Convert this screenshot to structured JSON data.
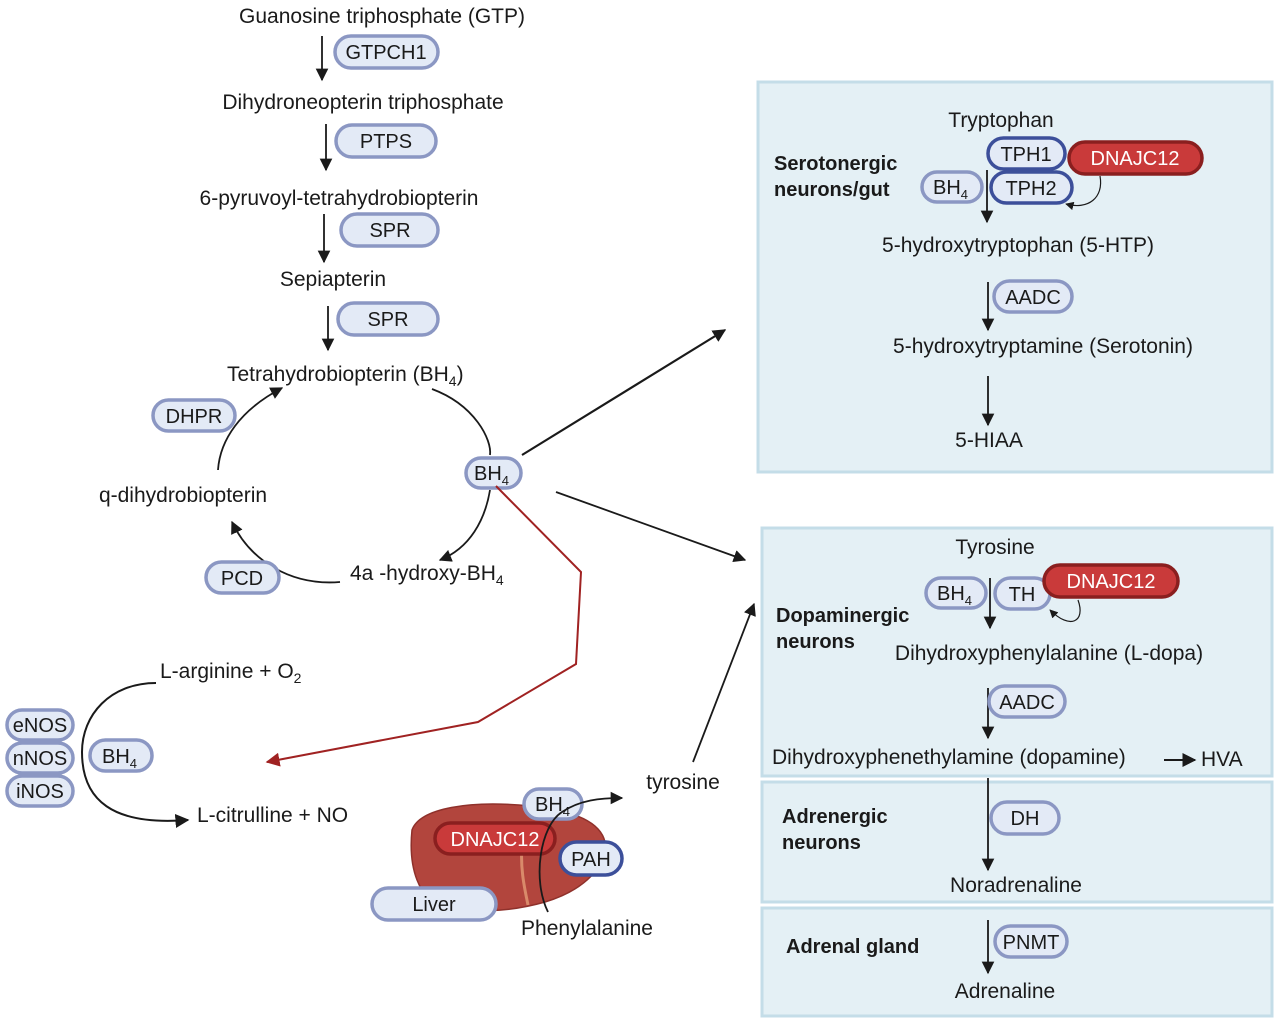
{
  "colors": {
    "pill_fill": "#e3eaf6",
    "pill_stroke": "#8b97c3",
    "pill_stroke_dark": "#3c4f9a",
    "red_fill": "#c93a3a",
    "red_stroke": "#8a1f1f",
    "panel_fill": "#e4f0f5",
    "panel_stroke": "#c4dde8",
    "liver": "#b2453d",
    "red_arrow": "#a02222"
  },
  "pathway": {
    "gtp": "Guanosine triphosphate (GTP)",
    "gtpch1": "GTPCH1",
    "dhnp": "Dihydroneopterin triphosphate",
    "ptps": "PTPS",
    "pyruvoyl": "6-pyruvoyl-tetrahydrobiopterin",
    "spr1": "SPR",
    "sepiapterin": "Sepiapterin",
    "spr2": "SPR",
    "bh4_main": "Tetrahydrobiopterin (BH",
    "bh4_main_sub": "4",
    "bh4_main_close": ")"
  },
  "cycle": {
    "dhpr": "DHPR",
    "qdihydro": "q-dihydrobiopterin",
    "pcd": "PCD",
    "hydroxy": "4a -hydroxy-BH",
    "hydroxy_sub": "4",
    "bh4_node": "BH",
    "bh4_node_sub": "4"
  },
  "nos": {
    "enos": "eNOS",
    "nnos": "nNOS",
    "inos": "iNOS",
    "bh4": "BH",
    "bh4_sub": "4",
    "arginine": "L-arginine + O",
    "arginine_sub": "2",
    "citrulline": "L-citrulline + NO"
  },
  "liver": {
    "bh4": "BH",
    "bh4_sub": "4",
    "dnajc12": "DNAJC12",
    "pah": "PAH",
    "label": "Liver",
    "phenylalanine": "Phenylalanine",
    "tyrosine": "tyrosine"
  },
  "serotonin_panel": {
    "title_line1": "Serotonergic",
    "title_line2": "neurons/gut",
    "tryptophan": "Tryptophan",
    "tph1": "TPH1",
    "tph2": "TPH2",
    "dnajc12": "DNAJC12",
    "bh4": "BH",
    "bh4_sub": "4",
    "htp": "5-hydroxytryptophan (5-HTP)",
    "aadc": "AADC",
    "serotonin": "5-hydroxytryptamine (Serotonin)",
    "hiaa": "5-HIAA"
  },
  "dopamine_panel": {
    "title_line1": "Dopaminergic",
    "title_line2": "neurons",
    "tyrosine": "Tyrosine",
    "bh4": "BH",
    "bh4_sub": "4",
    "th": "TH",
    "dnajc12": "DNAJC12",
    "ldopa": "Dihydroxyphenylalanine (L-dopa)",
    "aadc": "AADC",
    "dopamine": "Dihydroxyphenethylamine (dopamine)",
    "hva": "HVA"
  },
  "adrenergic_panel": {
    "title_line1": "Adrenergic",
    "title_line2": "neurons",
    "dh": "DH",
    "noradrenaline": "Noradrenaline"
  },
  "adrenal_panel": {
    "title": "Adrenal gland",
    "pnmt": "PNMT",
    "adrenaline": "Adrenaline"
  }
}
